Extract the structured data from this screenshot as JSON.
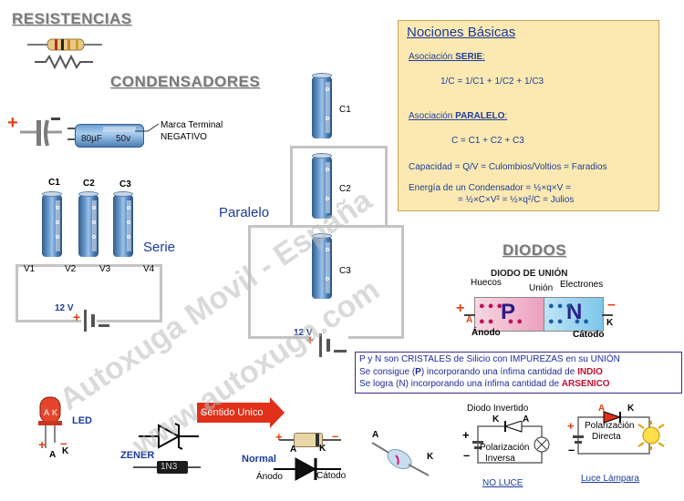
{
  "titles": {
    "resistencias": "RESISTENCIAS",
    "condensadores": "CONDENSADORES",
    "diodos": "DIODOS"
  },
  "nociones": {
    "heading": "Nociones Básicas",
    "serie_label_prefix": "Asociación ",
    "serie_label_bold": "SERIE",
    "serie_formula": "1/C = 1/C1 + 1/C2 + 1/C3",
    "paralelo_label_prefix": "Asociación ",
    "paralelo_label_bold": "PARALELO",
    "paralelo_formula": "C = C1 + C2 + C3",
    "capacidad": "Capacidad = Q/V = Culombios/Voltios = Faradios",
    "energia_1": "Energía de un Condensador = ½×q×V =",
    "energia_2": "= ½×C×V² = ½×q²/C = Julios"
  },
  "capacitor_single": {
    "value": "80µF",
    "voltage": "50v",
    "marca": "Marca Terminal",
    "negativo": "NEGATIVO"
  },
  "serie": {
    "caps": [
      "C1",
      "C2",
      "C3"
    ],
    "label": "Serie",
    "voltages": [
      "V1",
      "V2",
      "V3",
      "V4"
    ],
    "battery": "12 V"
  },
  "paralelo": {
    "caps": [
      "C1",
      "C2",
      "C3"
    ],
    "label": "Paralelo",
    "battery": "12 V"
  },
  "watermark": {
    "line1": "Autoxuga Movil - España",
    "line2": "www.autoxuga.com"
  },
  "diodo_union": {
    "title": "DIODO DE UNIÓN",
    "huecos": "Huecos",
    "union": "Unión",
    "electrones": "Electrones",
    "p": "P",
    "n": "N",
    "a": "A",
    "k": "K",
    "anodo": "Ánodo",
    "catodo": "Cátodo"
  },
  "info": {
    "line1": "P y N son CRISTALES de Silicio con IMPUREZAS en su UNIÓN",
    "line2_a": "Se consigue (",
    "line2_p": "P",
    "line2_b": ") incorporando una ínfima cantidad de ",
    "line2_c": "INDIO",
    "line3_a": "Se logra (N) incorporando una ínfima cantidad de ",
    "line3_b": "ARSENICO"
  },
  "bottom": {
    "led": "LED",
    "led_a": "A",
    "led_k": "K",
    "zener": "ZENER",
    "sentido": "Sentido Unico",
    "normal": "Normal",
    "diode_a": "A",
    "diode_k": "K",
    "anodo": "Ánodo",
    "catodo": "Cátodo",
    "part": "1N3",
    "bare_a": "A",
    "bare_k": "K",
    "inv_title": "Diodo Invertido",
    "inv_k": "K",
    "inv_a": "A",
    "pol_inv_1": "Polarización",
    "pol_inv_2": "Inversa",
    "no_luce": "NO LUCE",
    "dir_a": "A",
    "dir_k": "K",
    "pol_dir_1": "Polarización",
    "pol_dir_2": "Directa",
    "luce": "Luce Lámpara"
  }
}
